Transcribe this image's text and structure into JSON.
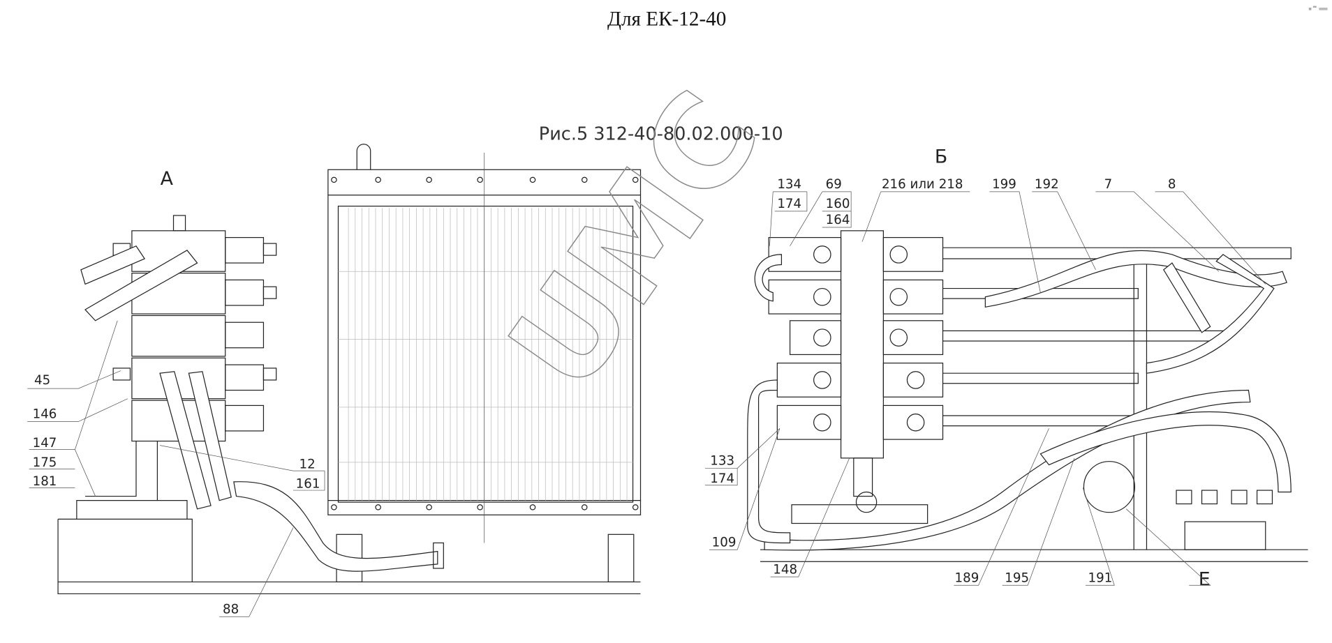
{
  "title": "Для ЕК-12-40",
  "figure_caption": "Рис.5  312-40-80.02.000-10",
  "views": {
    "a": "А",
    "b": "Б",
    "e": "Е"
  },
  "watermark": "UMC",
  "callouts_left": {
    "c45": "45",
    "c146": "146",
    "c147": "147",
    "c175": "175",
    "c181": "181",
    "c12": "12",
    "c161": "161",
    "c88": "88"
  },
  "callouts_right": {
    "c134": "134",
    "c174a": "174",
    "c69": "69",
    "c160": "160",
    "c164": "164",
    "c216": "216 или 218",
    "c199": "199",
    "c192": "192",
    "c7": "7",
    "c8": "8",
    "c133": "133",
    "c174b": "174",
    "c109": "109",
    "c148": "148",
    "c189": "189",
    "c195": "195",
    "c191": "191"
  }
}
